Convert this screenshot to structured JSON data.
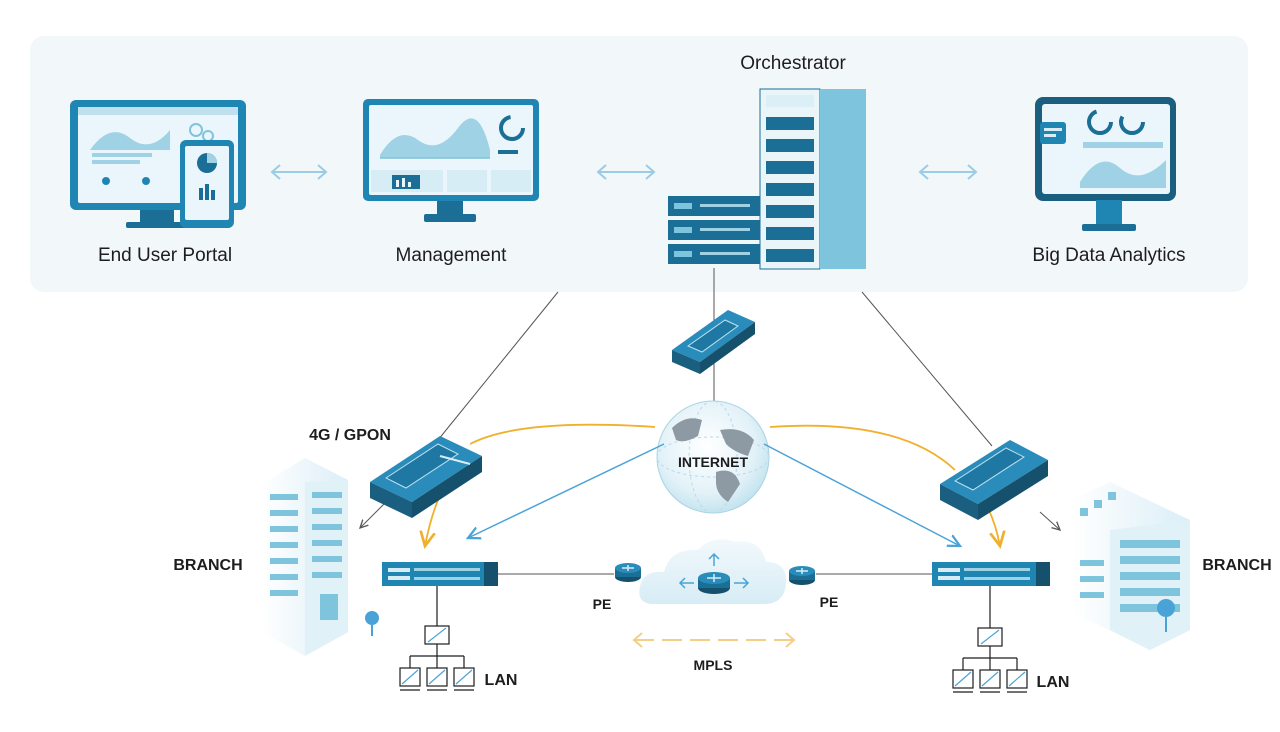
{
  "top_panel": {
    "orchestrator_label": "Orchestrator",
    "end_user_portal_label": "End User Portal",
    "management_label": "Management",
    "big_data_label": "Big Data Analytics"
  },
  "network": {
    "internet_label": "INTERNET",
    "uplink_label": "4G / GPON",
    "branch_left_label": "BRANCH",
    "branch_right_label": "BRANCH",
    "pe_left_label": "PE",
    "pe_right_label": "PE",
    "mpls_label": "MPLS",
    "lan_left_label": "LAN",
    "lan_right_label": "LAN"
  },
  "colors": {
    "primary": "#1b6e95",
    "light": "#7fc4dd",
    "panel": "#f2f7fa",
    "orange": "#f1b02c",
    "blue_arrow": "#4aa3d6"
  }
}
